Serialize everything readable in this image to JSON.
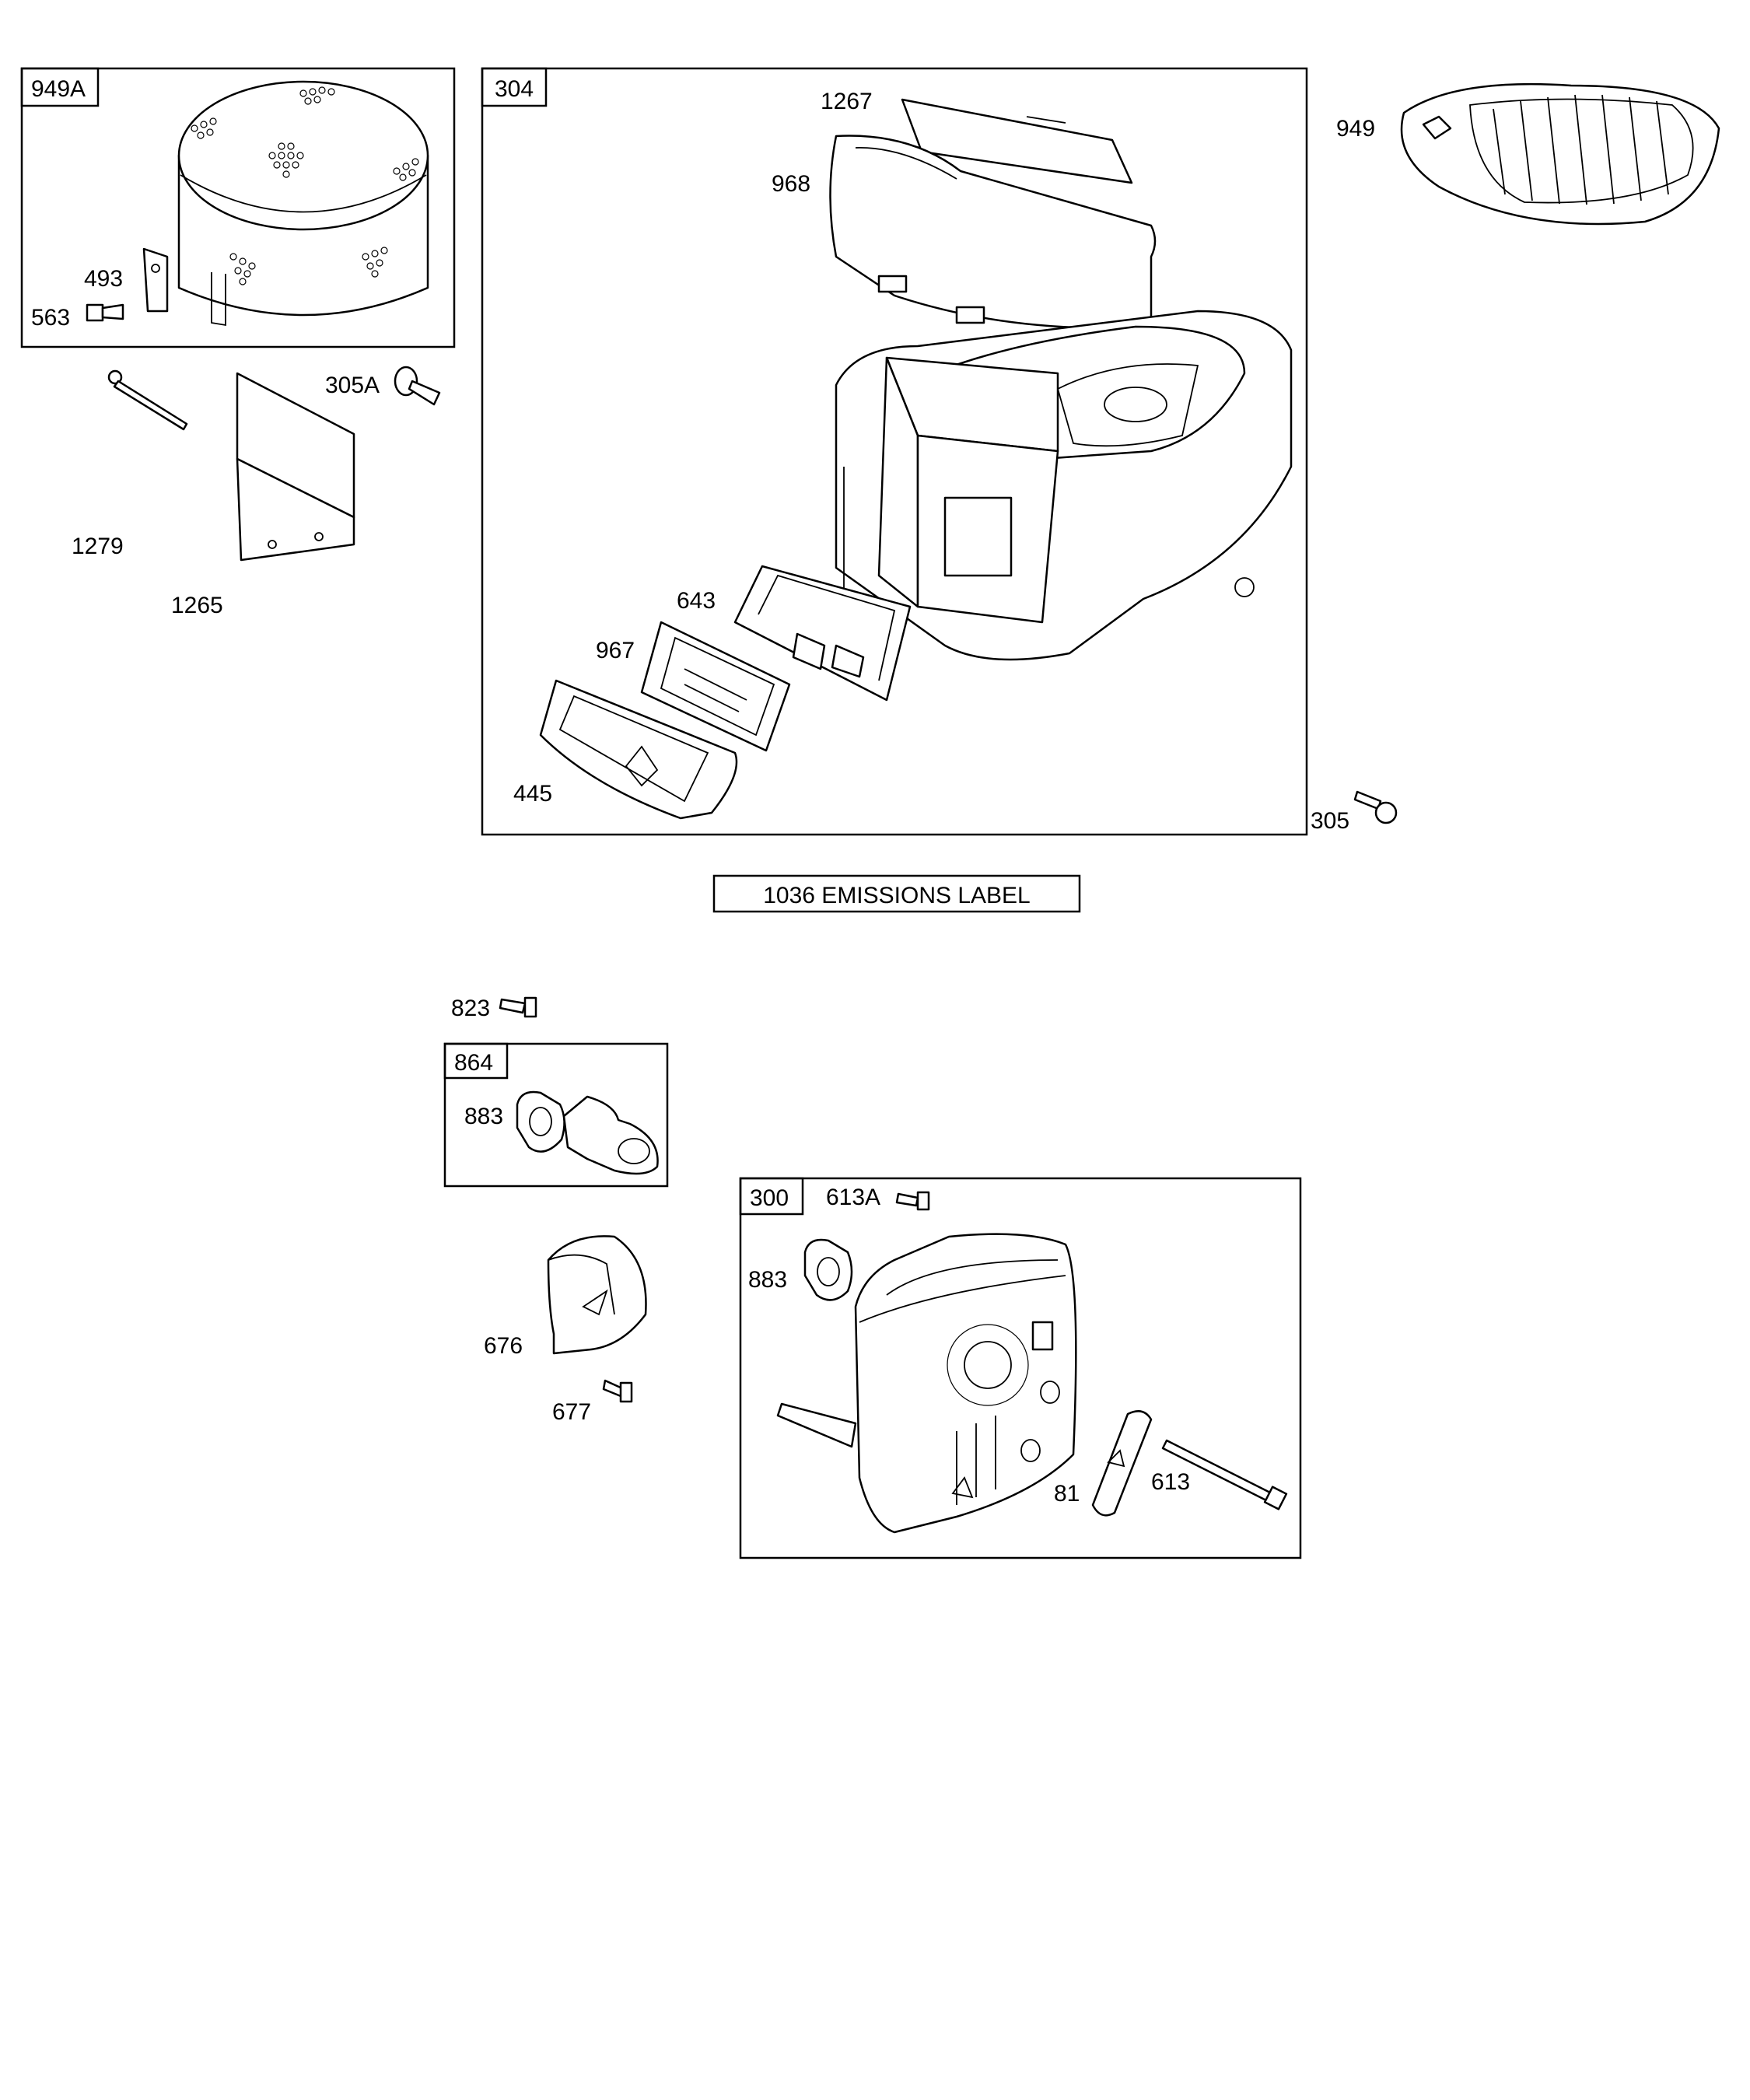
{
  "boxes": {
    "air_cleaner_cover_box": "949A",
    "blower_housing_box": "304",
    "intake_elbow_box": "864",
    "muffler_box": "300"
  },
  "emissions_label": "1036 EMISSIONS LABEL",
  "labels": {
    "p493": "493",
    "p563": "563",
    "p305a": "305A",
    "p1279": "1279",
    "p1265": "1265",
    "p1267": "1267",
    "p968": "968",
    "p643": "643",
    "p967": "967",
    "p445": "445",
    "p949": "949",
    "p305": "305",
    "p823": "823",
    "p883a": "883",
    "p676": "676",
    "p677": "677",
    "p613a": "613A",
    "p883b": "883",
    "p81": "81",
    "p613": "613"
  }
}
